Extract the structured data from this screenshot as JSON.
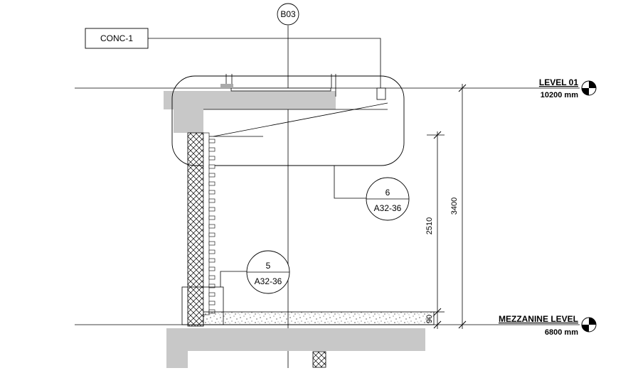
{
  "grid": {
    "label": "B03"
  },
  "tag": {
    "label": "CONC-1"
  },
  "levels": [
    {
      "name": "LEVEL 01",
      "elevation": "10200 mm"
    },
    {
      "name": "MEZZANINE LEVEL",
      "elevation": "6800 mm"
    }
  ],
  "details": [
    {
      "number": "6",
      "sheet": "A32-36"
    },
    {
      "number": "5",
      "sheet": "A32-36"
    }
  ],
  "dimensions": {
    "overall": "3400",
    "clear": "2510",
    "slab": "90"
  }
}
